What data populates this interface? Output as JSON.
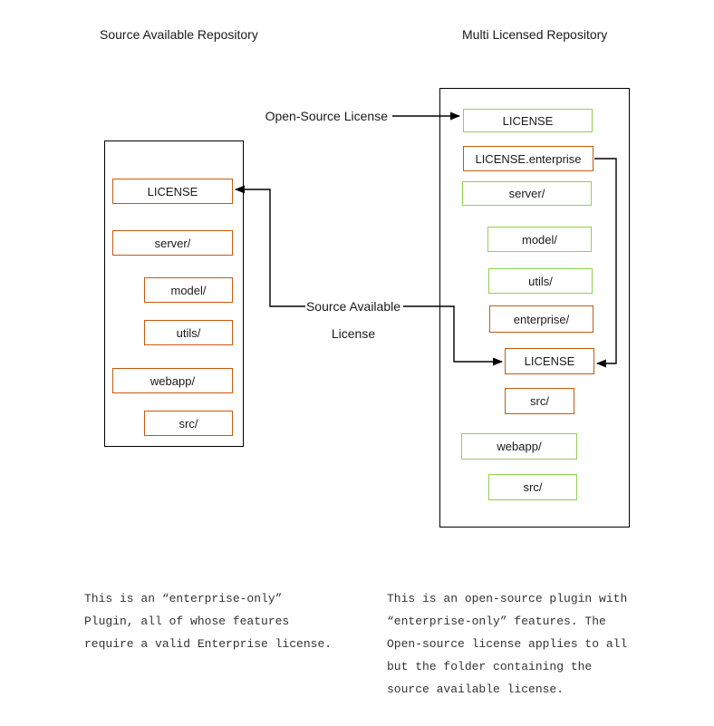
{
  "left_repo": {
    "title": "Source Available Repository",
    "items": [
      {
        "label": "LICENSE",
        "license_color": "orange"
      },
      {
        "label": "server/",
        "license_color": "orange"
      },
      {
        "label": "model/",
        "license_color": "orange"
      },
      {
        "label": "utils/",
        "license_color": "orange"
      },
      {
        "label": "webapp/",
        "license_color": "orange"
      },
      {
        "label": "src/",
        "license_color": "orange"
      }
    ]
  },
  "right_repo": {
    "title": "Multi Licensed Repository",
    "items": [
      {
        "label": "LICENSE",
        "license_color": "green"
      },
      {
        "label": "LICENSE.enterprise",
        "license_color": "orange"
      },
      {
        "label": "server/",
        "license_color": "green"
      },
      {
        "label": "model/",
        "license_color": "green"
      },
      {
        "label": "utils/",
        "license_color": "green"
      },
      {
        "label": "enterprise/",
        "license_color": "orange"
      },
      {
        "label": "LICENSE",
        "license_color": "orange"
      },
      {
        "label": "src/",
        "license_color": "orange"
      },
      {
        "label": "webapp/",
        "license_color": "green"
      },
      {
        "label": "src/",
        "license_color": "green"
      }
    ]
  },
  "annotations": {
    "open_source_license_label": "Open-Source License",
    "source_available_license_label": "Source Available\nLicense"
  },
  "captions": {
    "left": "This is an “enterprise-only”\nPlugin, all of whose features\nrequire a valid Enterprise license.",
    "right": "This is an open-source plugin with\n“enterprise-only” features. The\nOpen-source license applies to all\nbut the folder containing the\nsource available license."
  },
  "colors": {
    "source_available_border": "#C55A11",
    "open_source_border": "#92D050",
    "connector_line": "#000000",
    "background": "#FFFFFF"
  }
}
